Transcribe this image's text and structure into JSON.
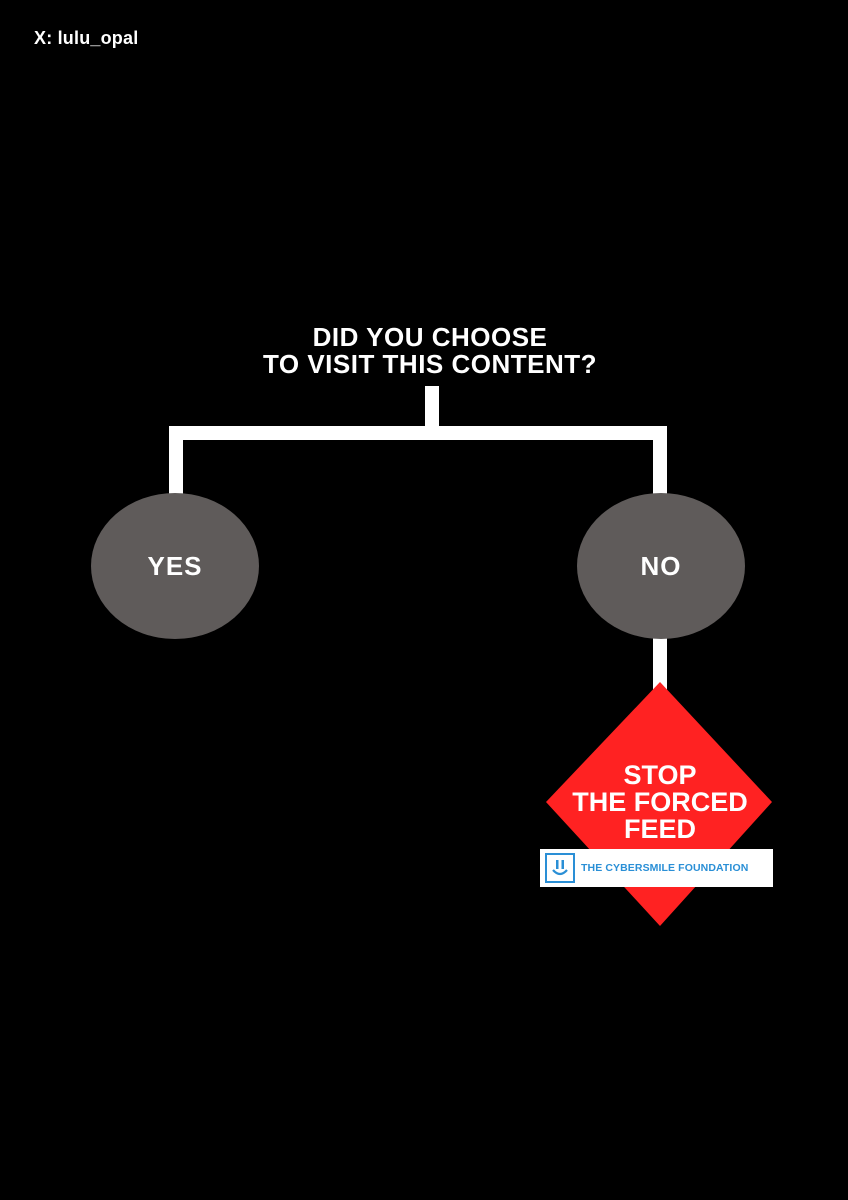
{
  "watermark": "X: lulu_opal",
  "question": {
    "line1": "DID YOU CHOOSE",
    "line2": "TO VISIT THIS CONTENT?"
  },
  "options": {
    "yes": "YES",
    "no": "NO"
  },
  "stop_sign": {
    "line1": "STOP",
    "line2": "THE FORCED",
    "line3": "FEED"
  },
  "logo": {
    "name": "THE CYBERSMILE FOUNDATION",
    "icon": "cybersmile-logo-icon"
  },
  "colors": {
    "background": "#000000",
    "connector": "#ffffff",
    "node": "#5f5b5a",
    "stop": "#ff2222",
    "logo": "#2a8fd6"
  }
}
